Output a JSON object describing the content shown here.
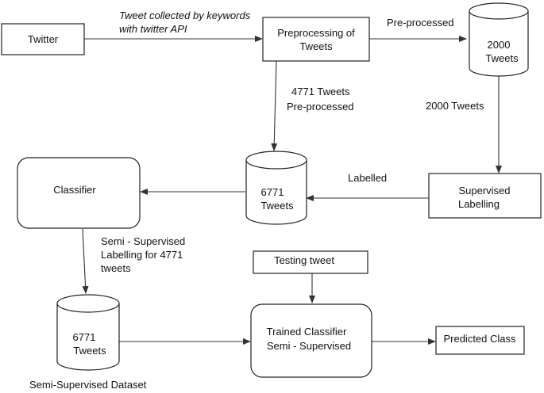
{
  "nodes": {
    "twitter": "Twitter",
    "preprocessing": [
      "Preprocessing of",
      "Tweets"
    ],
    "db_2000": [
      "2000",
      "Tweets"
    ],
    "supervised": [
      "Supervised",
      "Labelling"
    ],
    "db_6771_mid": [
      "6771",
      "Tweets"
    ],
    "classifier": "Classifier",
    "db_6771_bottom": [
      "6771",
      "Tweets"
    ],
    "testing": "Testing tweet",
    "trained": [
      "Trained Classifier",
      "Semi - Supervised"
    ],
    "predicted": "Predicted Class"
  },
  "labels": {
    "collected": [
      "Tweet collected by keywords",
      "with twitter API"
    ],
    "preprocessed_top": "Pre-processed",
    "count_4771": "4771 Tweets",
    "preprocessed_mid": "Pre-processed",
    "count_2000": "2000 Tweets",
    "labelled": "Labelled",
    "semi": [
      "Semi - Supervised",
      "Labelling for 4771",
      "tweets"
    ],
    "dataset_caption": "Semi-Supervised Dataset"
  }
}
